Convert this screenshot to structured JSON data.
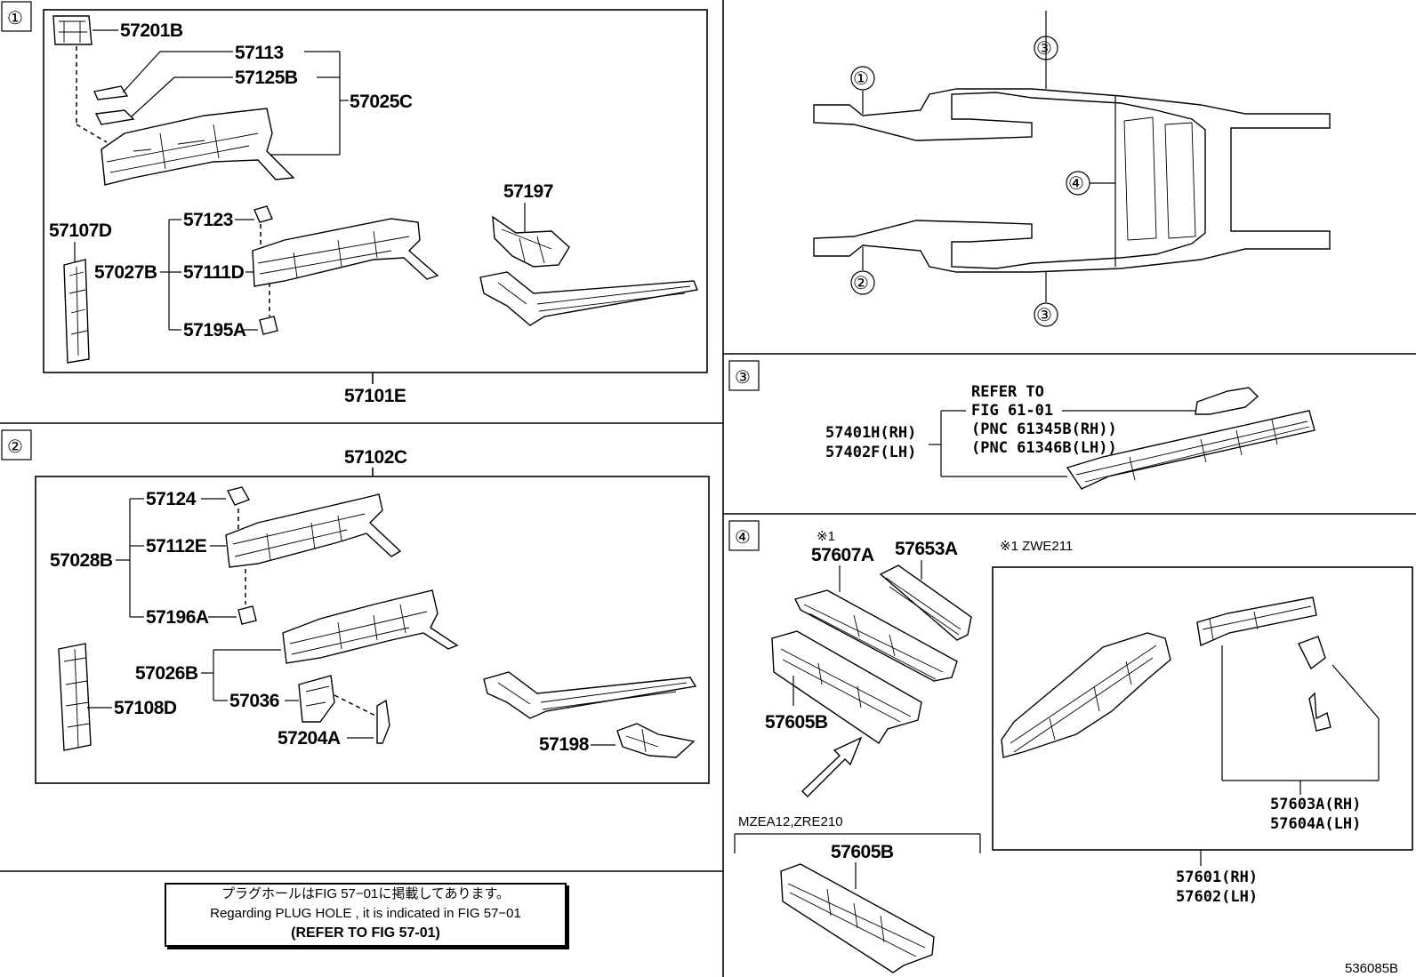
{
  "sections": {
    "s1": {
      "marker": "①",
      "parts": {
        "p57201B": "57201B",
        "p57113": "57113",
        "p57125B": "57125B",
        "p57025C": "57025C",
        "p57107D": "57107D",
        "p57123": "57123",
        "p57027B": "57027B",
        "p57111D": "57111D",
        "p57195A": "57195A",
        "p57197": "57197",
        "p57101E": "57101E"
      }
    },
    "s2": {
      "marker": "②",
      "parts": {
        "p57102C": "57102C",
        "p57124": "57124",
        "p57028B": "57028B",
        "p57112E": "57112E",
        "p57196A": "57196A",
        "p57026B": "57026B",
        "p57036": "57036",
        "p57204A": "57204A",
        "p57108D": "57108D",
        "p57198": "57198"
      }
    },
    "overview": {
      "c1": "①",
      "c2": "②",
      "c3a": "③",
      "c3b": "③",
      "c4": "④"
    },
    "s3": {
      "marker": "③",
      "refer_line1": "REFER TO",
      "refer_line2": "FIG 61-01",
      "refer_line3": "(PNC 61345B(RH))",
      "refer_line4": "(PNC 61346B(LH))",
      "p57401H": "57401H(RH)",
      "p57402F": "57402F(LH)"
    },
    "s4": {
      "marker": "④",
      "note_mark": "※1",
      "p57607A": "57607A",
      "p57653A": "57653A",
      "zwe_note": "※1 ZWE211",
      "p57605B": "57605B",
      "mzea_note": "MZEA12,ZRE210",
      "p57605B_2": "57605B",
      "p57603A": "57603A(RH)",
      "p57604A": "57604A(LH)",
      "p57601": "57601(RH)",
      "p57602": "57602(LH)"
    }
  },
  "note": {
    "line_jp": "プラグホールはFIG 57−01に掲載してあります。",
    "line_en": "Regarding PLUG HOLE , it is indicated in FIG 57−01",
    "line_ref": "(REFER TO FIG 57-01)"
  },
  "figure_code": "536085B"
}
